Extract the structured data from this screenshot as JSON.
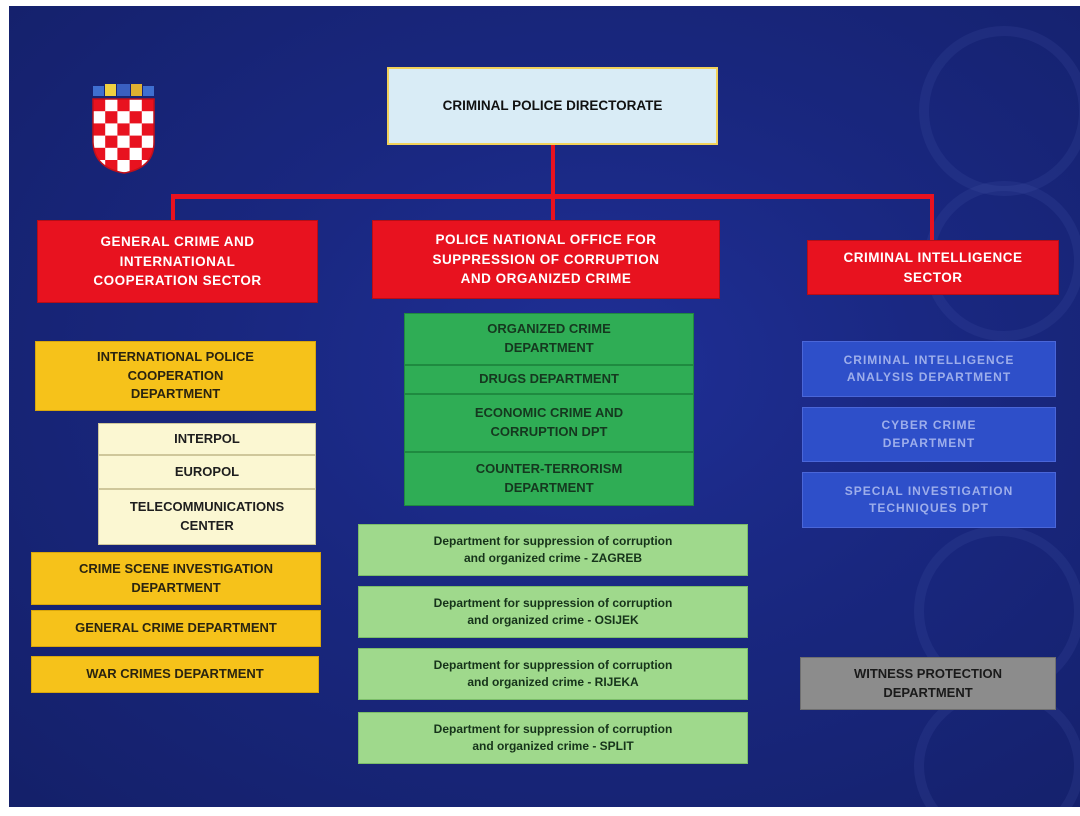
{
  "top": {
    "label": "CRIMINAL POLICE DIRECTORATE"
  },
  "sectors": {
    "general": "GENERAL  CRIME  AND\nINTERNATIONAL\nCOOPERATION  SECTOR",
    "uskok": "POLICE NATIONAL OFFICE  FOR\nSUPPRESSION OF CORRUPTION\nAND ORGANIZED CRIME",
    "intel": "CRIMINAL INTELLIGENCE\nSECTOR"
  },
  "general_units": {
    "intl_coop": "INTERNATIONAL POLICE\nCOOPERATION\nDEPARTMENT",
    "interpol": "INTERPOL",
    "europol": "EUROPOL",
    "telecom": "TELECOMMUNICATIONS\nCENTER",
    "csi": "CRIME SCENE INVESTIGATION\nDEPARTMENT",
    "general_crime": "GENERAL CRIME DEPARTMENT",
    "war_crimes": "WAR CRIMES DEPARTMENT"
  },
  "uskok_units": {
    "organized": "ORGANIZED CRIME\nDEPARTMENT",
    "drugs": "DRUGS DEPARTMENT",
    "economic": "ECONOMIC CRIME AND\nCORRUPTION DPT",
    "counter": "COUNTER-TERRORISM\nDEPARTMENT"
  },
  "regional": [
    "Department for suppression of corruption\nand organized crime - ZAGREB",
    "Department for suppression of corruption\nand organized crime - OSIJEK",
    "Department for suppression of corruption\nand organized crime - RIJEKA",
    "Department for suppression of corruption\nand organized crime - SPLIT"
  ],
  "intel_units": {
    "analysis": "CRIMINAL INTELLIGENCE\nANALYSIS DEPARTMENT",
    "cyber": "CYBER CRIME\nDEPARTMENT",
    "special": "SPECIAL INVESTIGATION\nTECHNIQUES DPT",
    "witness": "WITNESS PROTECTION\nDEPARTMENT"
  },
  "colors": {
    "background": "#19277f",
    "sector_red": "#e8121f",
    "yellow": "#f6c21a",
    "cream": "#fbf7d2",
    "green": "#2fad55",
    "light_green": "#9fd98c",
    "blue": "#2e4fc9",
    "grey": "#8c8c8c",
    "top_box": "#d9ecf6"
  },
  "icons": {
    "coat_of_arms": "croatian-coat-of-arms-icon"
  }
}
